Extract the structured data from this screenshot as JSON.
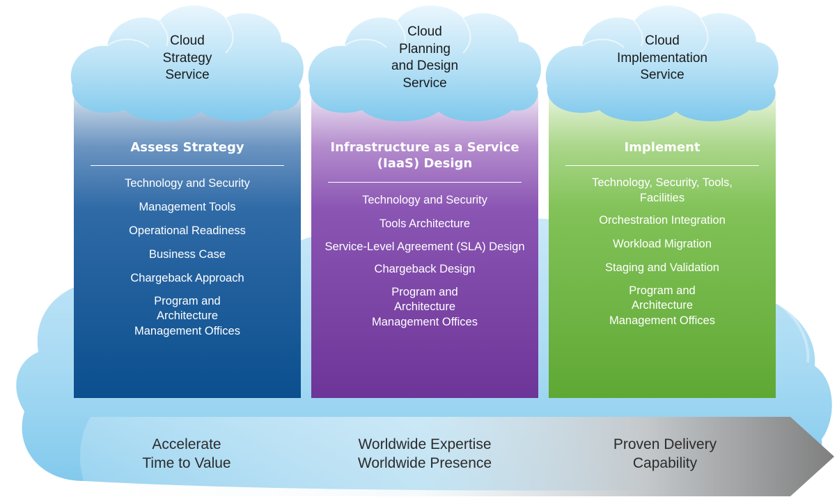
{
  "clouds": [
    {
      "lines": [
        "Cloud",
        "Strategy",
        "Service"
      ]
    },
    {
      "lines": [
        "Cloud",
        "Planning",
        "and Design",
        "Service"
      ]
    },
    {
      "lines": [
        "Cloud",
        "Implementation",
        "Service"
      ]
    }
  ],
  "columns": [
    {
      "heading_lines": [
        "Assess Strategy"
      ],
      "items": [
        "Technology and Security",
        "Management Tools",
        "Operational Readiness",
        "Business Case",
        "Chargeback Approach",
        "Program and Architecture Management Offices"
      ],
      "color": "#0d5a9a"
    },
    {
      "heading_lines": [
        "Infrastructure as a Service",
        "(IaaS) Design"
      ],
      "items": [
        "Technology and Security",
        "Tools Architecture",
        "Service-Level Agreement (SLA) Design",
        "Chargeback Design",
        "Program and Architecture Management Offices"
      ],
      "color": "#7a3d9e"
    },
    {
      "heading_lines": [
        "Implement"
      ],
      "items": [
        "Technology, Security, Tools, Facilities",
        "Orchestration Integration",
        "Workload Migration",
        "Staging and Validation",
        "Program and Architecture Management Offices"
      ],
      "color": "#6db33f"
    }
  ],
  "value_arrow": [
    {
      "lines": [
        "Accelerate",
        "Time to Value"
      ]
    },
    {
      "lines": [
        "Worldwide Expertise",
        "Worldwide Presence"
      ]
    },
    {
      "lines": [
        "Proven Delivery",
        "Capability"
      ]
    }
  ],
  "colors": {
    "cloud_blue": "#7fc8ec",
    "blue_column": "#0d5a9a",
    "purple_column": "#7a3d9e",
    "green_column": "#6db33f",
    "arrow_gray": "#8e8e8e"
  }
}
